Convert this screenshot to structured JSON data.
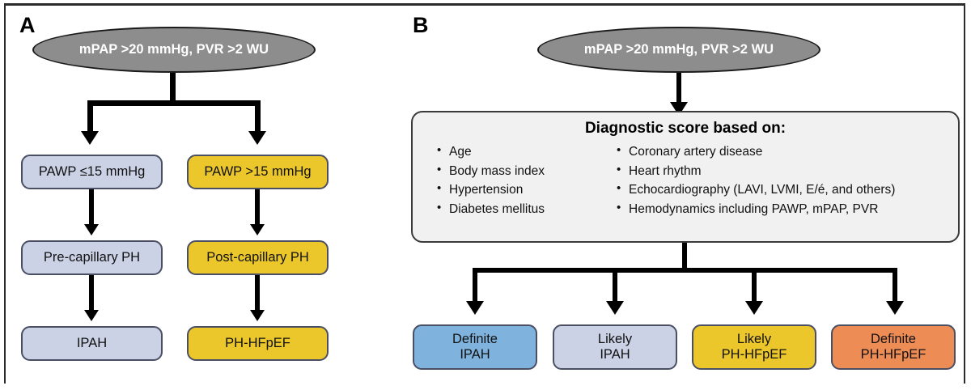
{
  "figure": {
    "panels": [
      {
        "letter": "A",
        "top_node": {
          "label": "mPAP >20 mmHg, PVR >2 WU",
          "fill": "#8d8d8d",
          "text_color": "#ffffff"
        },
        "branches": [
          {
            "nodes": [
              {
                "label": "PAWP ≤15 mmHg",
                "fill": "#ccd2e6"
              },
              {
                "label": "Pre-capillary PH",
                "fill": "#ccd2e6"
              },
              {
                "label": "IPAH",
                "fill": "#ccd2e6"
              }
            ]
          },
          {
            "nodes": [
              {
                "label": "PAWP >15 mmHg",
                "fill": "#ecc72c"
              },
              {
                "label": "Post-capillary PH",
                "fill": "#ecc72c"
              },
              {
                "label": "PH-HFpEF",
                "fill": "#ecc72c"
              }
            ]
          }
        ]
      },
      {
        "letter": "B",
        "top_node": {
          "label": "mPAP >20 mmHg, PVR >2 WU",
          "fill": "#8d8d8d",
          "text_color": "#ffffff"
        },
        "score_box": {
          "title": "Diagnostic score based on:",
          "fill": "#f1f1f1",
          "column_left": [
            "Age",
            "Body mass index",
            "Hypertension",
            "Diabetes mellitus"
          ],
          "column_right": [
            "Coronary artery disease",
            "Heart rhythm",
            "Echocardiography (LAVI, LVMI, E/é, and others)",
            "Hemodynamics including PAWP, mPAP, PVR"
          ]
        },
        "outcomes": [
          {
            "line1": "Definite",
            "line2": "IPAH",
            "fill": "#7fb3dd"
          },
          {
            "line1": "Likely",
            "line2": "IPAH",
            "fill": "#ccd2e6"
          },
          {
            "line1": "Likely",
            "line2": "PH-HFpEF",
            "fill": "#ecc72c"
          },
          {
            "line1": "Definite",
            "line2": "PH-HFpEF",
            "fill": "#ee8c55"
          }
        ]
      }
    ]
  }
}
